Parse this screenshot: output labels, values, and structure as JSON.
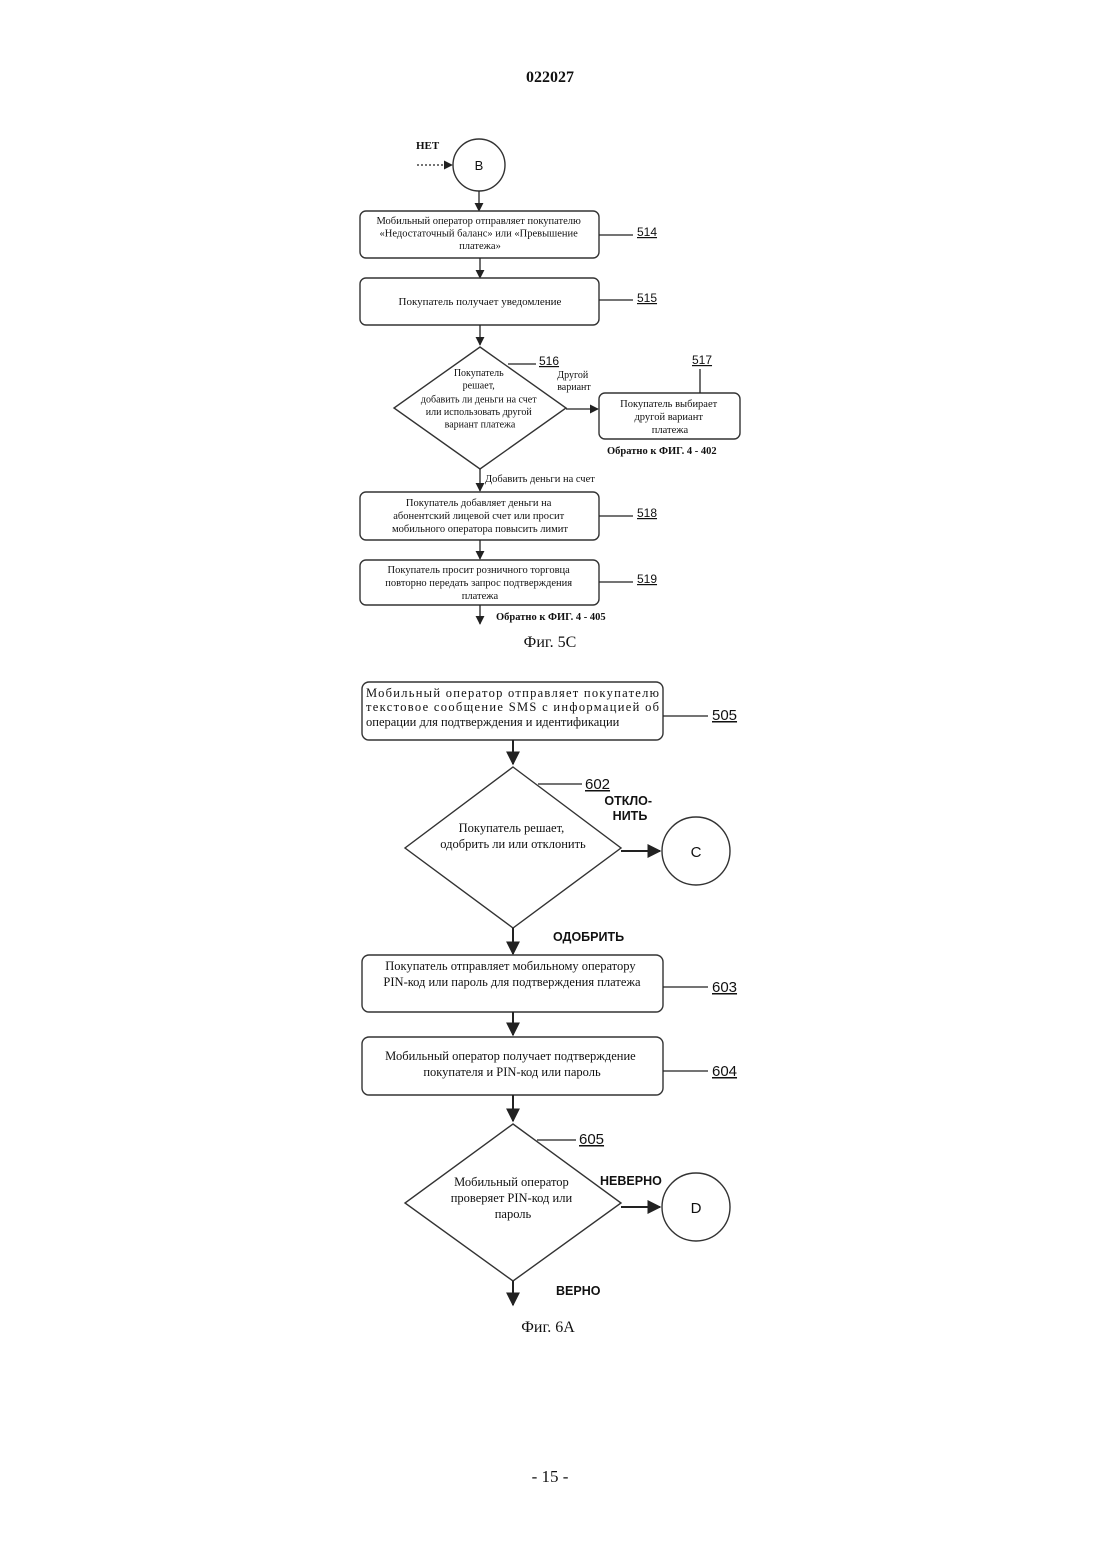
{
  "header": {
    "doc_number": "022027"
  },
  "footer": {
    "page_number": "- 15 -"
  },
  "fig5c": {
    "caption": "Фиг. 5С",
    "entry_label": "НЕТ",
    "connector_b": "B",
    "step514": {
      "ref": "514",
      "lines": [
        "Мобильный оператор отправляет покупателю",
        "«Недостаточный баланс» или «Превышение",
        "платежа»"
      ]
    },
    "step515": {
      "ref": "515",
      "lines": [
        "Покупатель получает уведомление"
      ]
    },
    "step516": {
      "ref": "516",
      "lines": [
        "Покупатель",
        "решает,",
        "добавить ли деньги на счет",
        "или использовать другой",
        "вариант платежа"
      ]
    },
    "branch_other": [
      "Другой",
      "вариант"
    ],
    "step517": {
      "ref": "517",
      "lines": [
        "Покупатель выбирает",
        "другой вариант",
        "платежа"
      ]
    },
    "back_402": "Обратно к ФИГ. 4 - 402",
    "branch_add": "Добавить деньги на счет",
    "step518": {
      "ref": "518",
      "lines": [
        "Покупатель добавляет деньги на",
        "абонентский лицевой счет или просит",
        "мобильного оператора повысить лимит"
      ]
    },
    "step519": {
      "ref": "519",
      "lines": [
        "Покупатель просит розничного торговца",
        "повторно передать запрос подтверждения",
        "платежа"
      ]
    },
    "back_405": "Обратно к ФИГ. 4 - 405"
  },
  "fig6a": {
    "caption": "Фиг. 6А",
    "step505": {
      "ref": "505",
      "lines": [
        "Мобильный оператор отправляет покупателю",
        "текстовое сообщение SMS с информацией об",
        "операции для подтверждения и идентификации"
      ]
    },
    "step602": {
      "ref": "602",
      "lines": [
        "Покупатель решает,",
        "одобрить ли или отклонить"
      ]
    },
    "branch_reject": [
      "ОТКЛО-",
      "НИТЬ"
    ],
    "connector_c": "C",
    "branch_approve": "ОДОБРИТЬ",
    "step603": {
      "ref": "603",
      "lines": [
        "Покупатель отправляет мобильному оператору",
        "PIN-код или пароль для подтверждения платежа"
      ]
    },
    "step604": {
      "ref": "604",
      "lines": [
        "Мобильный оператор получает подтверждение",
        "покупателя и PIN-код или пароль"
      ]
    },
    "step605": {
      "ref": "605",
      "lines": [
        "Мобильный оператор",
        "проверяет PIN-код или",
        "пароль"
      ]
    },
    "branch_wrong": "НЕВЕРНО",
    "connector_d": "D",
    "branch_right": "ВЕРНО"
  }
}
